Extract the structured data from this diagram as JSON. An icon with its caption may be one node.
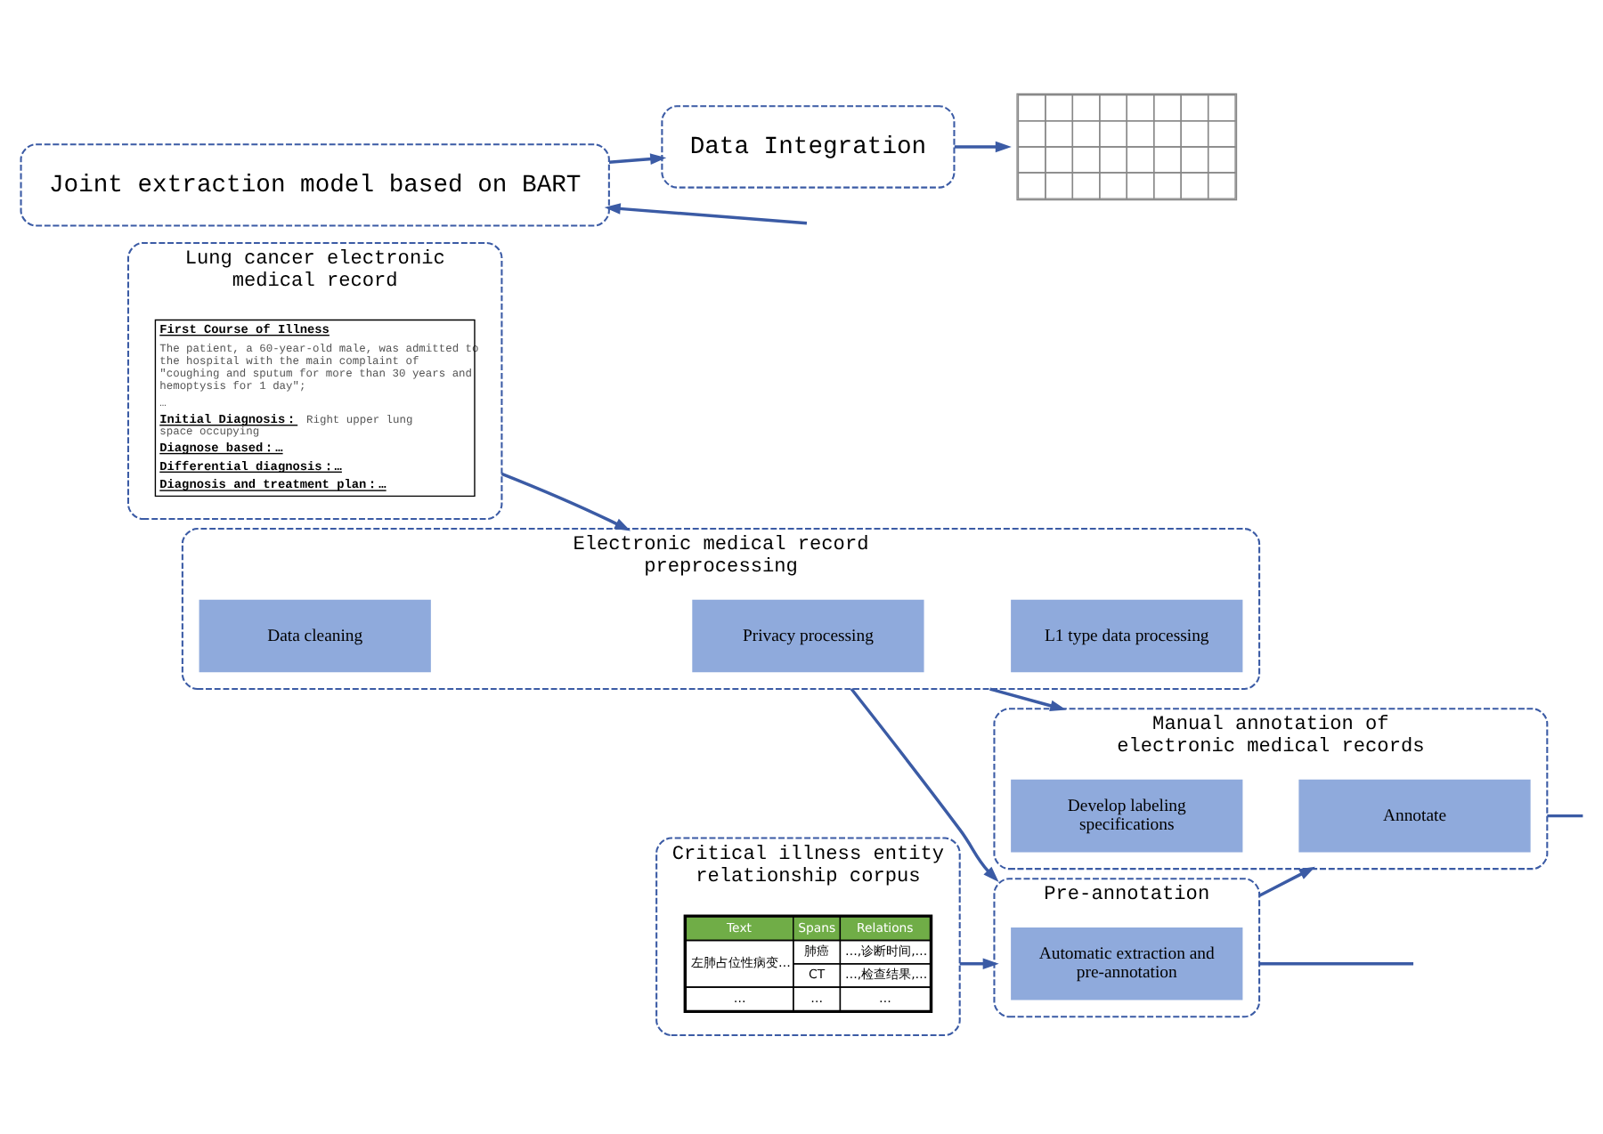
{
  "diagram": {
    "nodes": [
      {
        "text": [
          "Lung cancer electronic medical record"
        ]
      },
      {
        "text": [
          "First Course of Illness",
          "The patient, a 60-year-old male, was admitted to the hospital with the main complaint of \"coughing and sputum for more than 30 years and hemoptysis for 1 day\";",
          "…",
          "Initial Diagnosis：",
          "Right upper lung space occupying",
          "Diagnose based：…",
          "Differential diagnosis：…",
          "Diagnosis and treatment plan：…"
        ],
        "in": 0
      },
      {
        "text": [
          "Critical illness entity relationship corpus"
        ]
      },
      {
        "text": [
          "Text",
          "Spans",
          "Relations",
          "左肺占位性病变…",
          "肺癌",
          "…,诊断时间,…",
          "CT",
          "…,检查结果,…",
          "…",
          "…",
          "…"
        ],
        "in": 2
      },
      {
        "text": [
          "Electronic medical record preprocessing"
        ]
      },
      {
        "text": [
          "Data cleaning"
        ],
        "in": 4
      },
      {
        "text": [
          "Privacy processing"
        ],
        "in": 4
      },
      {
        "text": [
          "L1 type data processing"
        ],
        "in": 4
      },
      {
        "text": [
          "Manual annotation of electronic medical records"
        ]
      },
      {
        "text": [
          "Develop labeling specifications"
        ],
        "in": 8
      },
      {
        "text": [
          "Annotate"
        ],
        "in": 8
      },
      {
        "text": [
          "Pre-annotation"
        ]
      },
      {
        "text": [
          "Automatic extraction and pre-annotation"
        ],
        "in": 11
      },
      {
        "text": [
          "Joint extraction model based on BART"
        ]
      },
      {
        "text": [
          "Data Integration"
        ]
      },
      {
        "text": [],
        "shape": "box"
      }
    ],
    "edges": [
      {
        "from": 0,
        "to": 4,
        "arrow": "to"
      },
      {
        "from": 2,
        "to": 11,
        "arrow": "to"
      },
      {
        "from": 4,
        "to": 8,
        "arrow": "to"
      },
      {
        "from": 4,
        "to": 11,
        "arrow": "to"
      },
      {
        "from": 11,
        "to": 8,
        "arrow": "to"
      },
      {
        "from": 8,
        "to": null,
        "arrow": "none"
      },
      {
        "from": 11,
        "to": null,
        "arrow": "none"
      },
      {
        "from": null,
        "to": 13,
        "arrow": "to"
      },
      {
        "from": 13,
        "to": 14,
        "arrow": "to"
      },
      {
        "from": 14,
        "to": 15,
        "arrow": "to"
      }
    ]
  }
}
